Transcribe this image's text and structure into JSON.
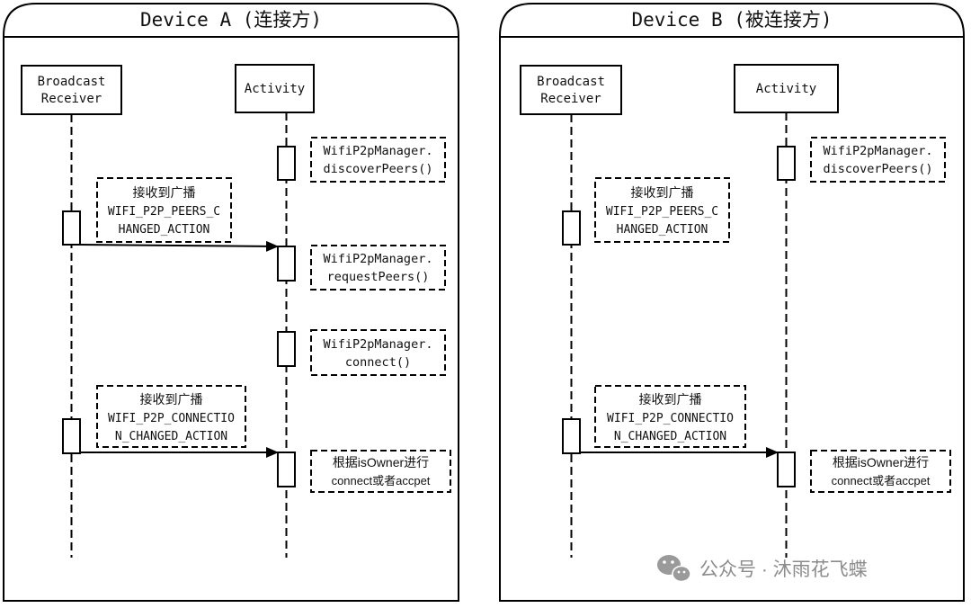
{
  "devices": [
    {
      "title": "Device A (连接方)",
      "lifelines": {
        "receiver": [
          "Broadcast",
          "Receiver"
        ],
        "activity": "Activity"
      },
      "notes": {
        "discover": [
          "WifiP2pManager.",
          "discoverPeers()"
        ],
        "peers_broadcast": [
          "接收到广播",
          "WIFI_P2P_PEERS_C",
          "HANGED_ACTION"
        ],
        "request": [
          "WifiP2pManager.",
          "requestPeers()"
        ],
        "connect": [
          "WifiP2pManager.",
          "connect()"
        ],
        "conn_broadcast": [
          "接收到广播",
          "WIFI_P2P_CONNECTIO",
          "N_CHANGED_ACTION"
        ],
        "owner": [
          "根据isOwner进行",
          "connect或者accpet"
        ]
      }
    },
    {
      "title": "Device B (被连接方)",
      "lifelines": {
        "receiver": [
          "Broadcast",
          "Receiver"
        ],
        "activity": "Activity"
      },
      "notes": {
        "discover": [
          "WifiP2pManager.",
          "discoverPeers()"
        ],
        "peers_broadcast": [
          "接收到广播",
          "WIFI_P2P_PEERS_C",
          "HANGED_ACTION"
        ],
        "conn_broadcast": [
          "接收到广播",
          "WIFI_P2P_CONNECTIO",
          "N_CHANGED_ACTION"
        ],
        "owner": [
          "根据isOwner进行",
          "connect或者accpet"
        ]
      }
    }
  ],
  "watermark": "公众号 · 沐雨花飞蝶"
}
